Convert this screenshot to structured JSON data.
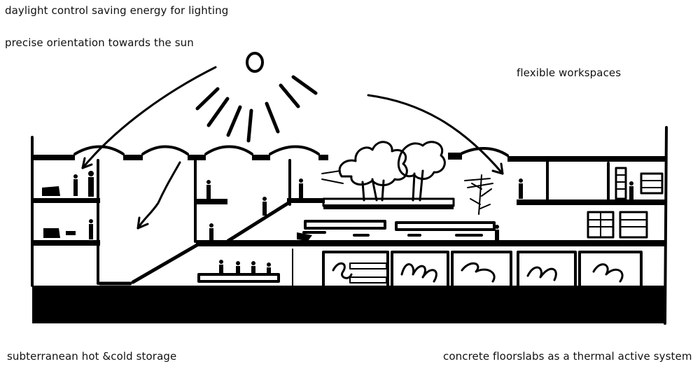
{
  "annotations": {
    "daylight": "daylight control saving energy for lighting",
    "orientation": "precise orientation towards the sun",
    "flexible": "flexible workspaces",
    "storage": "subterranean hot &cold storage",
    "floorslabs": "concrete floorslabs as a thermal active system"
  },
  "colors": {
    "ink": "#000000",
    "paper": "#ffffff"
  }
}
